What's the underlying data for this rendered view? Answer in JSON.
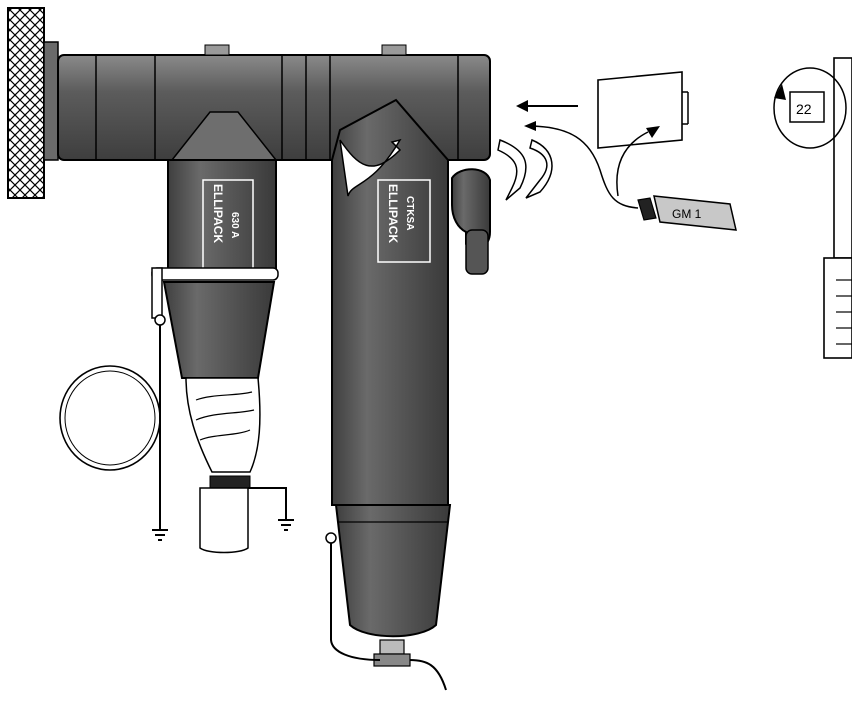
{
  "left_body": {
    "brand_text": "ELLIPACK",
    "rating_text": "630 A"
  },
  "right_body": {
    "brand_text": "ELLIPACK",
    "rating_text": "CTKSA"
  },
  "grease_tube": {
    "label": "GM 1"
  },
  "torque_detail": {
    "wrench_size": "22"
  },
  "colors": {
    "rubber_dark": "#4a4a4a",
    "rubber_mid": "#5e5e5e",
    "rubber_light": "#7a7a7a",
    "outline": "#000000",
    "background": "#ffffff"
  }
}
